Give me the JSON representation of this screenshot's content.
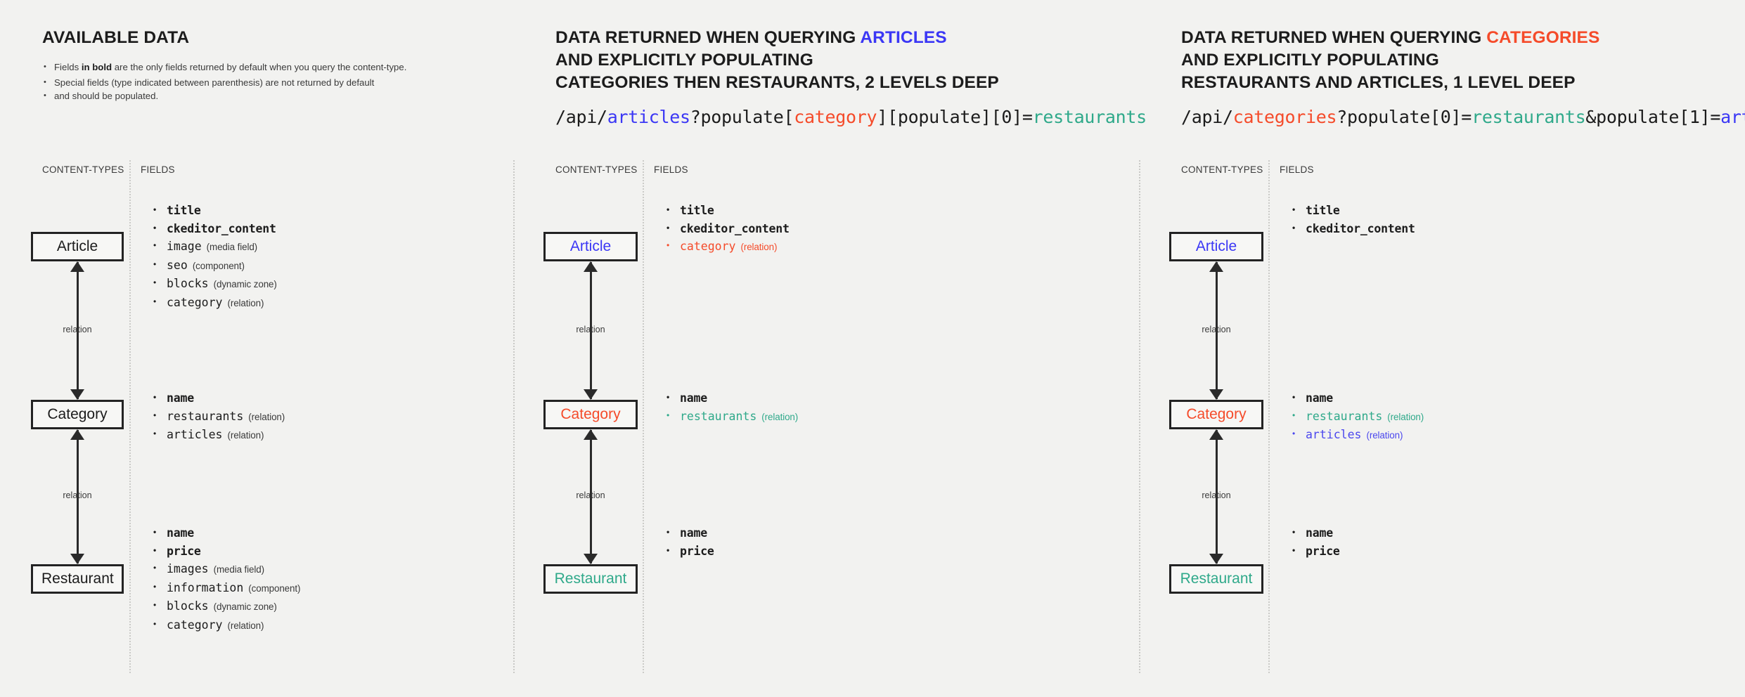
{
  "colors": {
    "background": "#f2f2f0",
    "text": "#1c1c1c",
    "blue": "#3b37f5",
    "red": "#f54b2a",
    "teal": "#2fa98a",
    "border": "#232323",
    "divider": "#c9c9c6"
  },
  "labels": {
    "content_types": "CONTENT-TYPES",
    "fields": "FIELDS",
    "relation": "relation"
  },
  "panels": [
    {
      "id": "available-data",
      "heading": {
        "lines": [
          {
            "plain": "AVAILABLE DATA"
          }
        ]
      },
      "intro": {
        "bullets": [
          {
            "pre": "Fields ",
            "bold": "in bold",
            "post": " are the only fields returned by default when you query the content-type."
          },
          {
            "pre": "Special fields (type indicated between parenthesis) are not returned by default",
            "bold": "",
            "post": ""
          },
          {
            "pre": "and should be populated.",
            "bold": "",
            "post": "",
            "continuation": true
          }
        ]
      },
      "api_path": null,
      "nodes": [
        {
          "name": "Article",
          "color": "default"
        },
        {
          "name": "Category",
          "color": "default"
        },
        {
          "name": "Restaurant",
          "color": "default"
        }
      ],
      "connectors": [
        {
          "label": "relation"
        },
        {
          "label": "relation"
        }
      ],
      "field_groups": [
        {
          "for": "Article",
          "fields": [
            {
              "name": "title",
              "type": "",
              "bold": true,
              "color": "default"
            },
            {
              "name": "ckeditor_content",
              "type": "",
              "bold": true,
              "color": "default"
            },
            {
              "name": "image",
              "type": "(media field)",
              "bold": false,
              "color": "default"
            },
            {
              "name": "seo",
              "type": "(component)",
              "bold": false,
              "color": "default"
            },
            {
              "name": "blocks",
              "type": "(dynamic zone)",
              "bold": false,
              "color": "default"
            },
            {
              "name": "category",
              "type": "(relation)",
              "bold": false,
              "color": "default"
            }
          ]
        },
        {
          "for": "Category",
          "fields": [
            {
              "name": "name",
              "type": "",
              "bold": true,
              "color": "default"
            },
            {
              "name": "restaurants",
              "type": "(relation)",
              "bold": false,
              "color": "default"
            },
            {
              "name": "articles",
              "type": "(relation)",
              "bold": false,
              "color": "default"
            }
          ]
        },
        {
          "for": "Restaurant",
          "fields": [
            {
              "name": "name",
              "type": "",
              "bold": true,
              "color": "default"
            },
            {
              "name": "price",
              "type": "",
              "bold": true,
              "color": "default"
            },
            {
              "name": "images",
              "type": "(media field)",
              "bold": false,
              "color": "default"
            },
            {
              "name": "information",
              "type": "(component)",
              "bold": false,
              "color": "default"
            },
            {
              "name": "blocks",
              "type": "(dynamic zone)",
              "bold": false,
              "color": "default"
            },
            {
              "name": "category",
              "type": "(relation)",
              "bold": false,
              "color": "default"
            }
          ]
        }
      ]
    },
    {
      "id": "query-articles",
      "heading": {
        "lines": [
          {
            "plain": "DATA RETURNED WHEN QUERYING ",
            "highlight": "ARTICLES",
            "highlight_color": "blue"
          },
          {
            "plain": "AND EXPLICITLY POPULATING"
          },
          {
            "plain": "CATEGORIES THEN RESTAURANTS, 2 LEVELS DEEP"
          }
        ]
      },
      "intro": null,
      "api_path": {
        "tokens": [
          {
            "t": "/api/",
            "c": "default"
          },
          {
            "t": "articles",
            "c": "blue"
          },
          {
            "t": "?populate[",
            "c": "default"
          },
          {
            "t": "category",
            "c": "red"
          },
          {
            "t": "][populate][0]=",
            "c": "default"
          },
          {
            "t": "restaurants",
            "c": "teal"
          }
        ]
      },
      "nodes": [
        {
          "name": "Article",
          "color": "blue"
        },
        {
          "name": "Category",
          "color": "red"
        },
        {
          "name": "Restaurant",
          "color": "teal"
        }
      ],
      "connectors": [
        {
          "label": "relation"
        },
        {
          "label": "relation"
        }
      ],
      "field_groups": [
        {
          "for": "Article",
          "fields": [
            {
              "name": "title",
              "type": "",
              "bold": true,
              "color": "default"
            },
            {
              "name": "ckeditor_content",
              "type": "",
              "bold": true,
              "color": "default"
            },
            {
              "name": "category",
              "type": "(relation)",
              "bold": false,
              "color": "red"
            }
          ]
        },
        {
          "for": "Category",
          "fields": [
            {
              "name": "name",
              "type": "",
              "bold": true,
              "color": "default"
            },
            {
              "name": "restaurants",
              "type": "(relation)",
              "bold": false,
              "color": "teal"
            }
          ]
        },
        {
          "for": "Restaurant",
          "fields": [
            {
              "name": "name",
              "type": "",
              "bold": true,
              "color": "default"
            },
            {
              "name": "price",
              "type": "",
              "bold": true,
              "color": "default"
            }
          ]
        }
      ]
    },
    {
      "id": "query-categories",
      "heading": {
        "lines": [
          {
            "plain": "DATA RETURNED WHEN QUERYING ",
            "highlight": "CATEGORIES",
            "highlight_color": "red"
          },
          {
            "plain": "AND EXPLICITLY POPULATING"
          },
          {
            "plain": "RESTAURANTS AND ARTICLES, 1 LEVEL DEEP"
          }
        ]
      },
      "intro": null,
      "api_path": {
        "tokens": [
          {
            "t": "/api/",
            "c": "default"
          },
          {
            "t": "categories",
            "c": "red"
          },
          {
            "t": "?populate[0]=",
            "c": "default"
          },
          {
            "t": "restaurants",
            "c": "teal"
          },
          {
            "t": "&populate[1]=",
            "c": "default"
          },
          {
            "t": "articles",
            "c": "blue"
          }
        ]
      },
      "nodes": [
        {
          "name": "Article",
          "color": "blue"
        },
        {
          "name": "Category",
          "color": "red"
        },
        {
          "name": "Restaurant",
          "color": "teal"
        }
      ],
      "connectors": [
        {
          "label": "relation"
        },
        {
          "label": "relation"
        }
      ],
      "field_groups": [
        {
          "for": "Article",
          "fields": [
            {
              "name": "title",
              "type": "",
              "bold": true,
              "color": "default"
            },
            {
              "name": "ckeditor_content",
              "type": "",
              "bold": true,
              "color": "default"
            }
          ]
        },
        {
          "for": "Category",
          "fields": [
            {
              "name": "name",
              "type": "",
              "bold": true,
              "color": "default"
            },
            {
              "name": "restaurants",
              "type": "(relation)",
              "bold": false,
              "color": "teal"
            },
            {
              "name": "articles",
              "type": "(relation)",
              "bold": false,
              "color": "blue"
            }
          ]
        },
        {
          "for": "Restaurant",
          "fields": [
            {
              "name": "name",
              "type": "",
              "bold": true,
              "color": "default"
            },
            {
              "name": "price",
              "type": "",
              "bold": true,
              "color": "default"
            }
          ]
        }
      ]
    }
  ]
}
